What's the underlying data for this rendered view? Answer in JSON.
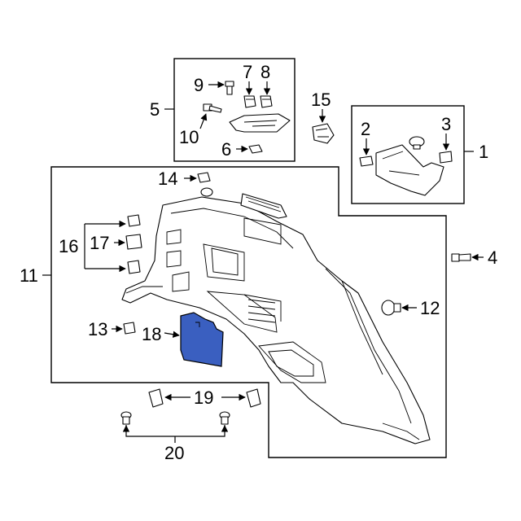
{
  "callouts": {
    "c1": "1",
    "c2": "2",
    "c3": "3",
    "c4": "4",
    "c5": "5",
    "c6": "6",
    "c7": "7",
    "c8": "8",
    "c9": "9",
    "c10": "10",
    "c11": "11",
    "c12": "12",
    "c13": "13",
    "c14": "14",
    "c15": "15",
    "c16": "16",
    "c17": "17",
    "c18": "18",
    "c19": "19",
    "c20": "20"
  },
  "colors": {
    "highlight_part": "#3a5fc0",
    "line": "#000000",
    "background": "#ffffff"
  }
}
